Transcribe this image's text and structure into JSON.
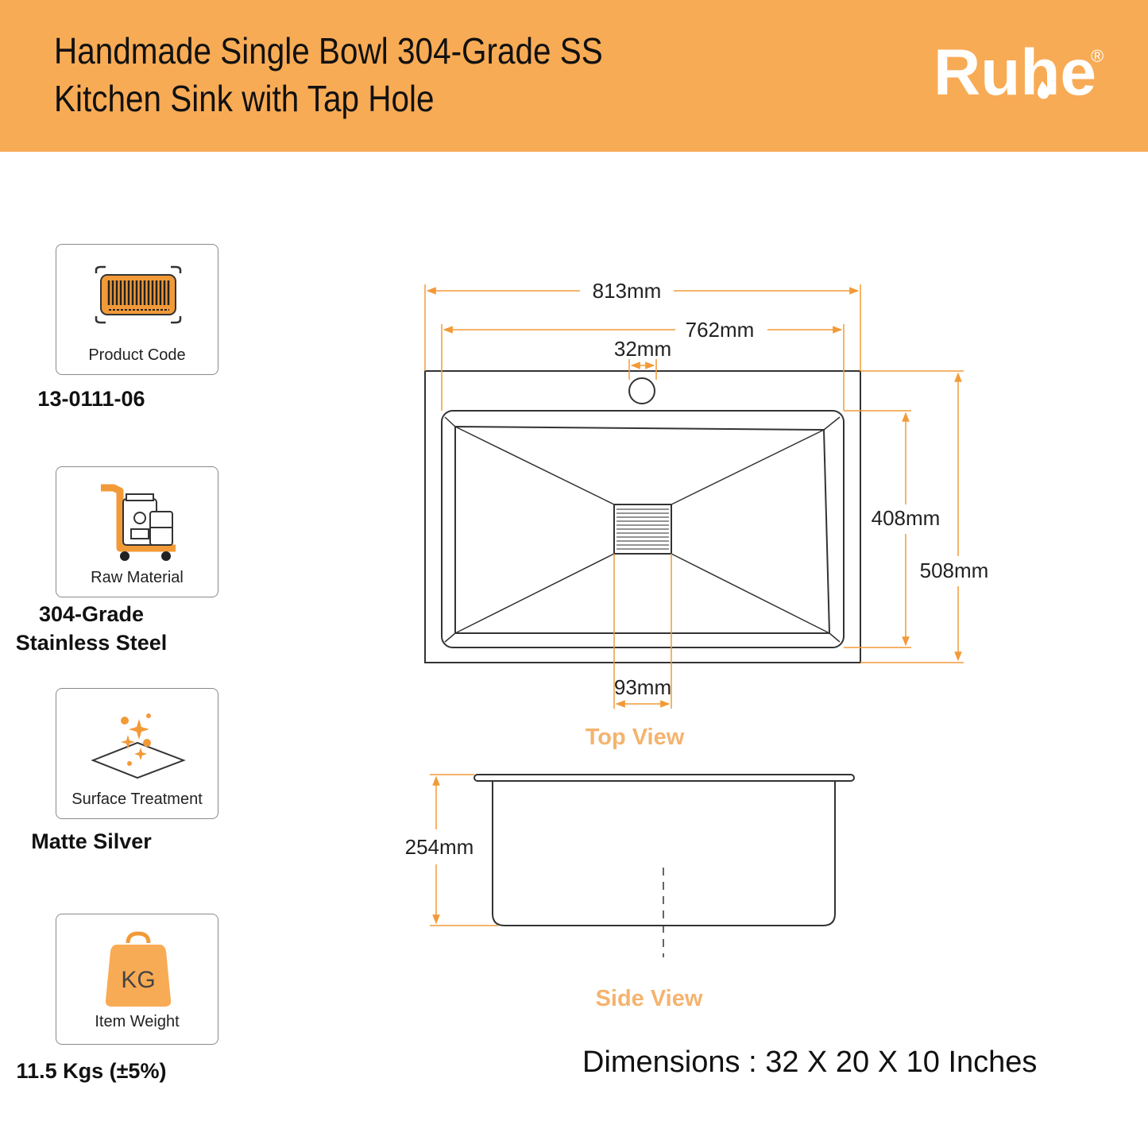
{
  "header": {
    "title_line1": "Handmade Single Bowl 304-Grade SS",
    "title_line2": "Kitchen Sink with Tap Hole",
    "brand": "Ruhe",
    "brand_mark": "®"
  },
  "specs": [
    {
      "label": "Product Code",
      "value": "13-0111-06",
      "icon": "barcode-scan-icon"
    },
    {
      "label": "Raw Material",
      "value_line1": "304-Grade",
      "value_line2": "Stainless Steel",
      "icon": "hand-truck-icon"
    },
    {
      "label": "Surface Treatment",
      "value": "Matte Silver",
      "icon": "sparkle-surface-icon"
    },
    {
      "label": "Item Weight",
      "value": "11.5 Kgs (±5%)",
      "icon": "kg-weight-icon",
      "icon_text": "KG"
    }
  ],
  "top_view": {
    "caption": "Top View",
    "overall_width": "813mm",
    "bowl_width": "762mm",
    "tap_hole": "32mm",
    "bowl_depth": "408mm",
    "overall_depth": "508mm",
    "drain_width": "93mm"
  },
  "side_view": {
    "caption": "Side View",
    "height": "254mm"
  },
  "dimensions": "Dimensions : 32 X 20 X 10 Inches",
  "colors": {
    "header_bg": "#f8ab55",
    "accent": "#f29a38",
    "caption": "#f5b36e",
    "line": "#3a3a3a"
  }
}
